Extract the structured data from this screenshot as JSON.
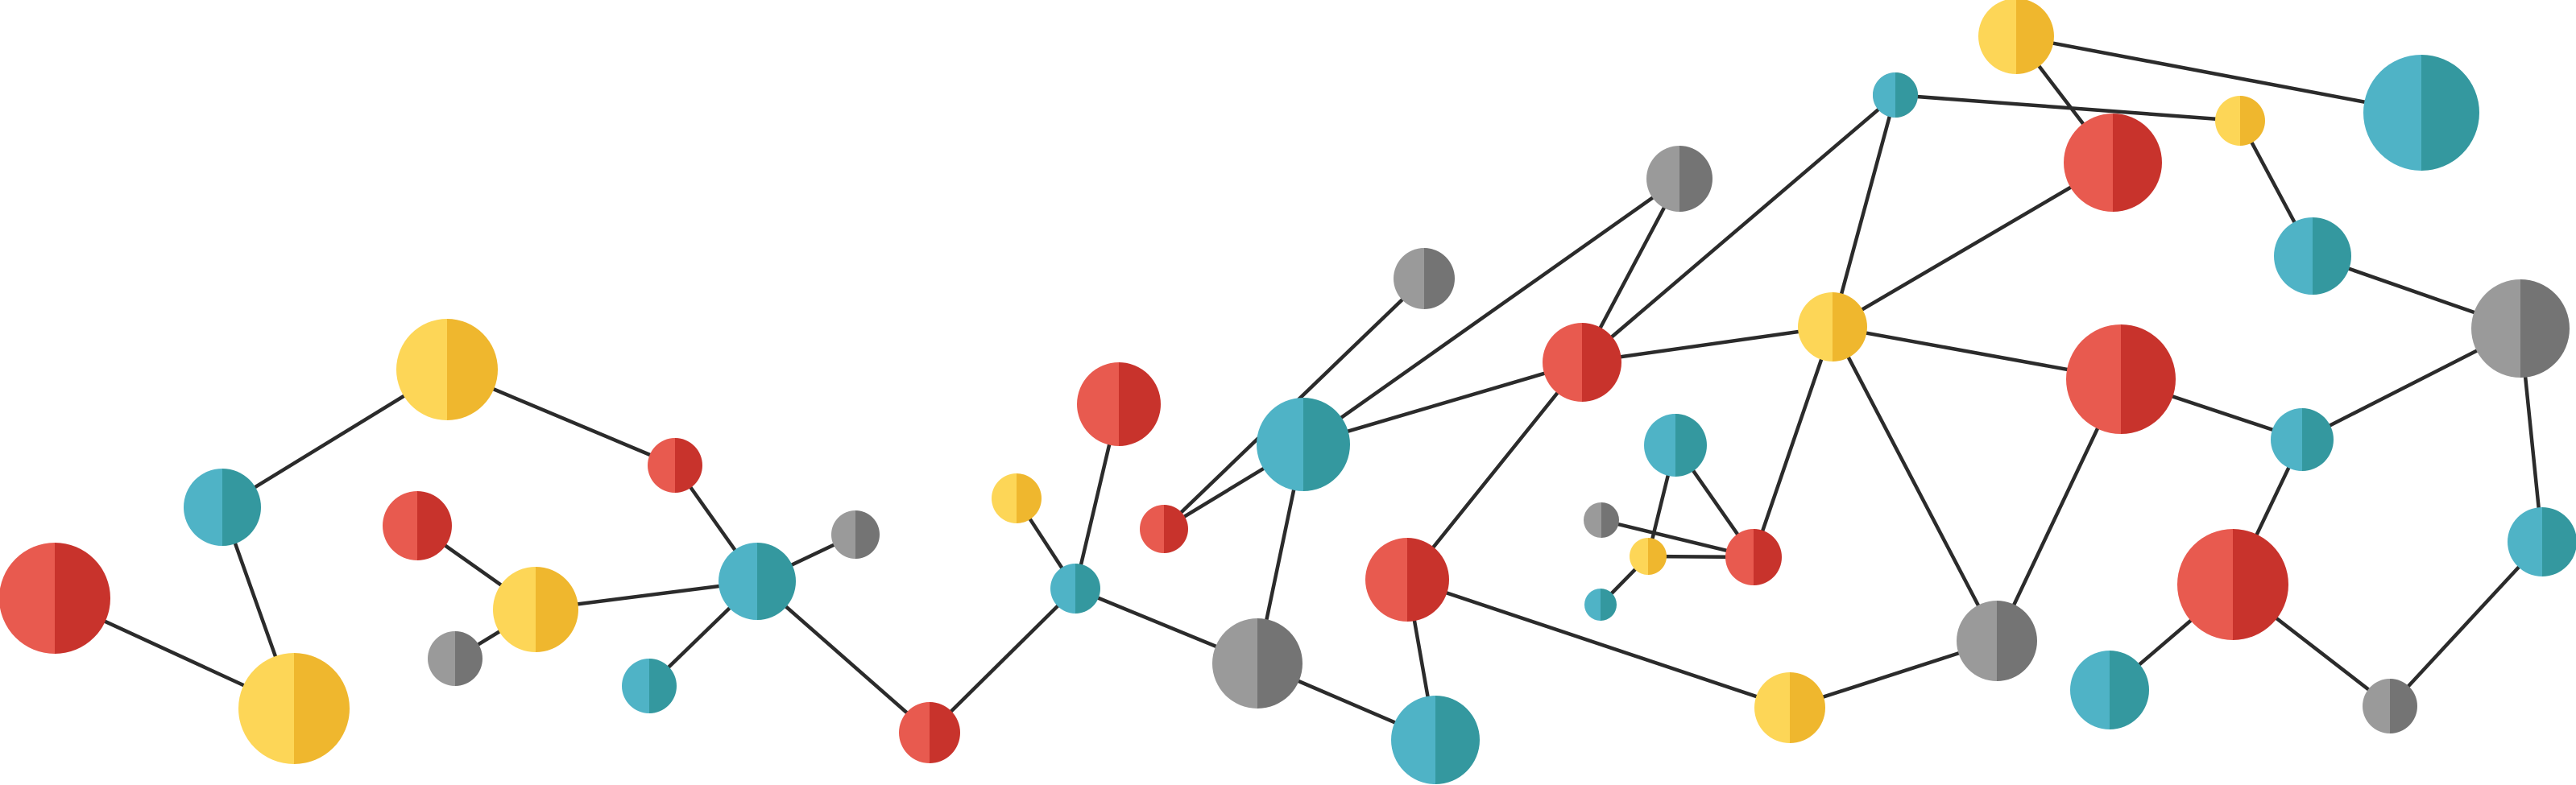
{
  "palette": {
    "red": {
      "light": "#E85A4F",
      "dark": "#C8332C"
    },
    "teal": {
      "light": "#4FB3C6",
      "dark": "#34989F"
    },
    "yellow": {
      "light": "#FDD657",
      "dark": "#EFB72E"
    },
    "gray": {
      "light": "#9A9A9A",
      "dark": "#747474"
    },
    "edge": "#2b2b2b",
    "background": "#ffffff"
  },
  "nodes": [
    {
      "id": "n1",
      "color": "red"
    },
    {
      "id": "n2",
      "color": "teal"
    },
    {
      "id": "n3",
      "color": "yellow"
    },
    {
      "id": "n4",
      "color": "yellow"
    },
    {
      "id": "n5",
      "color": "red"
    },
    {
      "id": "n6",
      "color": "yellow"
    },
    {
      "id": "n7",
      "color": "gray"
    },
    {
      "id": "n8",
      "color": "red"
    },
    {
      "id": "n9",
      "color": "teal"
    },
    {
      "id": "n10",
      "color": "gray"
    },
    {
      "id": "n11",
      "color": "teal"
    },
    {
      "id": "n12",
      "color": "red"
    },
    {
      "id": "n13",
      "color": "yellow"
    },
    {
      "id": "n14",
      "color": "red"
    },
    {
      "id": "n15",
      "color": "teal"
    },
    {
      "id": "n16",
      "color": "red"
    },
    {
      "id": "n17",
      "color": "gray"
    },
    {
      "id": "n18",
      "color": "teal"
    },
    {
      "id": "n19",
      "color": "gray"
    },
    {
      "id": "n20",
      "color": "teal"
    },
    {
      "id": "n21",
      "color": "gray"
    },
    {
      "id": "n22",
      "color": "red"
    },
    {
      "id": "n23",
      "color": "red"
    },
    {
      "id": "n24",
      "color": "gray"
    },
    {
      "id": "n25",
      "color": "teal"
    },
    {
      "id": "n26",
      "color": "yellow"
    },
    {
      "id": "n27",
      "color": "gray"
    },
    {
      "id": "n28",
      "color": "teal"
    },
    {
      "id": "n29",
      "color": "red"
    },
    {
      "id": "n30",
      "color": "yellow"
    },
    {
      "id": "n31",
      "color": "teal"
    },
    {
      "id": "n32",
      "color": "yellow"
    },
    {
      "id": "n33",
      "color": "red"
    },
    {
      "id": "n34",
      "color": "red"
    },
    {
      "id": "n35",
      "color": "gray"
    },
    {
      "id": "n36",
      "color": "yellow"
    },
    {
      "id": "n37",
      "color": "teal"
    },
    {
      "id": "n38",
      "color": "teal"
    },
    {
      "id": "n39",
      "color": "yellow"
    },
    {
      "id": "n40",
      "color": "teal"
    },
    {
      "id": "n41",
      "color": "gray"
    },
    {
      "id": "n42",
      "color": "teal"
    },
    {
      "id": "n43",
      "color": "red"
    },
    {
      "id": "n44",
      "color": "teal"
    },
    {
      "id": "n45",
      "color": "gray"
    },
    {
      "id": "n46",
      "color": "teal"
    }
  ],
  "edges": [
    [
      "n1",
      "n4"
    ],
    [
      "n2",
      "n4"
    ],
    [
      "n2",
      "n3"
    ],
    [
      "n3",
      "n8"
    ],
    [
      "n8",
      "n9"
    ],
    [
      "n5",
      "n6"
    ],
    [
      "n7",
      "n6"
    ],
    [
      "n6",
      "n9"
    ],
    [
      "n9",
      "n10"
    ],
    [
      "n9",
      "n11"
    ],
    [
      "n9",
      "n12"
    ],
    [
      "n12",
      "n15"
    ],
    [
      "n13",
      "n15"
    ],
    [
      "n14",
      "n15"
    ],
    [
      "n15",
      "n19"
    ],
    [
      "n19",
      "n20"
    ],
    [
      "n16",
      "n18"
    ],
    [
      "n16",
      "n17"
    ],
    [
      "n18",
      "n19"
    ],
    [
      "n18",
      "n21"
    ],
    [
      "n18",
      "n22"
    ],
    [
      "n21",
      "n22"
    ],
    [
      "n22",
      "n24"
    ],
    [
      "n22",
      "n23"
    ],
    [
      "n23",
      "n20"
    ],
    [
      "n24",
      "n26"
    ],
    [
      "n22",
      "n26"
    ],
    [
      "n23",
      "n32"
    ],
    [
      "n26",
      "n33"
    ],
    [
      "n26",
      "n34"
    ],
    [
      "n26",
      "n35"
    ],
    [
      "n26",
      "n29"
    ],
    [
      "n30",
      "n31"
    ],
    [
      "n30",
      "n28"
    ],
    [
      "n30",
      "n29"
    ],
    [
      "n28",
      "n29"
    ],
    [
      "n27",
      "n29"
    ],
    [
      "n32",
      "n35"
    ],
    [
      "n34",
      "n35"
    ],
    [
      "n34",
      "n38"
    ],
    [
      "n38",
      "n41"
    ],
    [
      "n38",
      "n43"
    ],
    [
      "n43",
      "n44"
    ],
    [
      "n43",
      "n45"
    ],
    [
      "n45",
      "n46"
    ],
    [
      "n46",
      "n41"
    ],
    [
      "n41",
      "n40"
    ],
    [
      "n40",
      "n39"
    ],
    [
      "n39",
      "n37"
    ],
    [
      "n36",
      "n33"
    ],
    [
      "n36",
      "n42"
    ]
  ]
}
